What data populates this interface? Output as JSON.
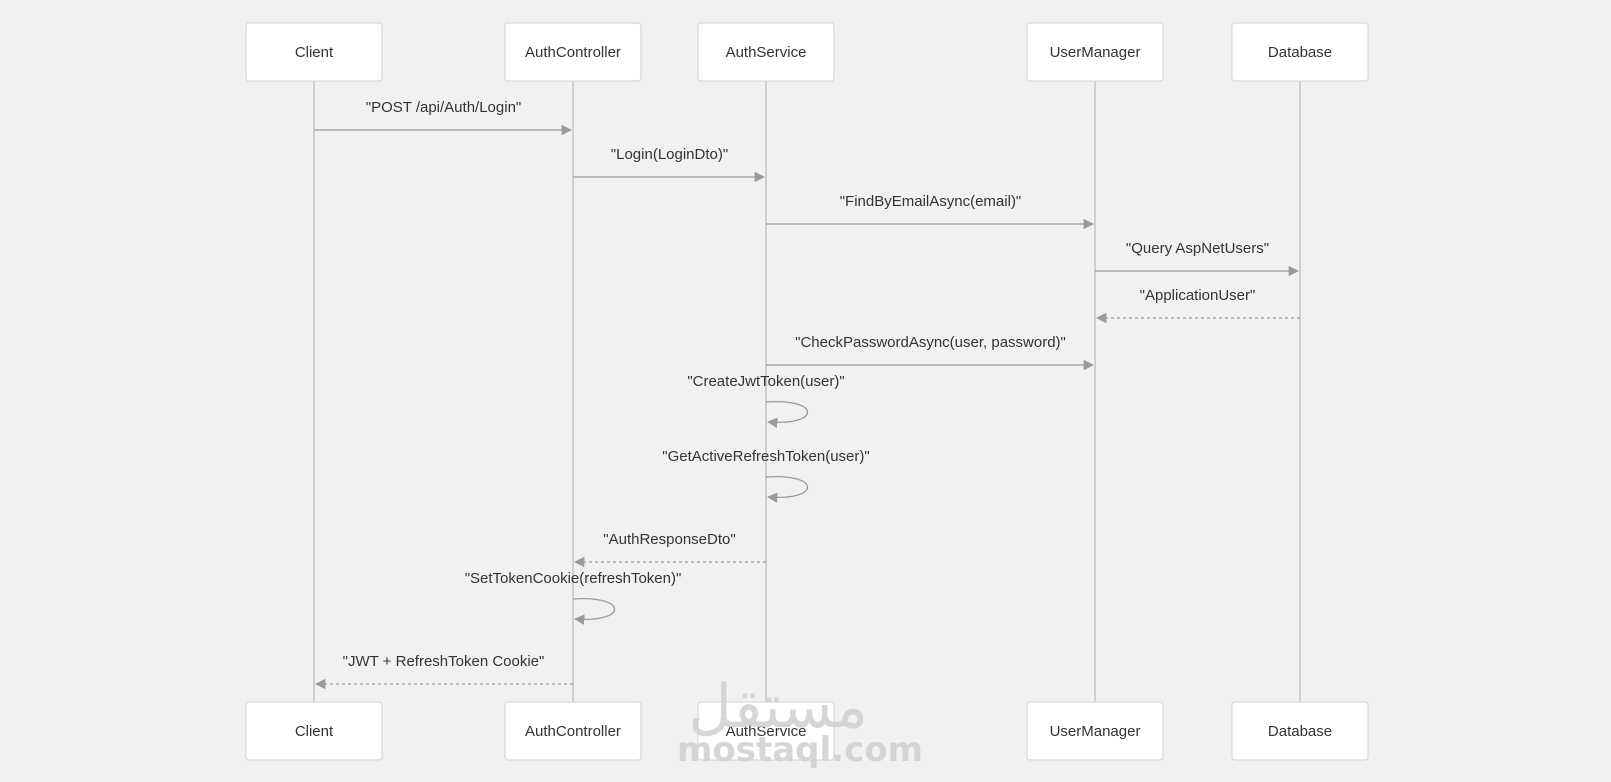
{
  "participants": [
    {
      "id": "client",
      "label": "Client"
    },
    {
      "id": "authcontroller",
      "label": "AuthController"
    },
    {
      "id": "authservice",
      "label": "AuthService"
    },
    {
      "id": "usermanager",
      "label": "UserManager"
    },
    {
      "id": "database",
      "label": "Database"
    }
  ],
  "messages": [
    {
      "from": 0,
      "to": 1,
      "label": "\"POST /api/Auth/Login\"",
      "style": "solid"
    },
    {
      "from": 1,
      "to": 2,
      "label": "\"Login(LoginDto)\"",
      "style": "solid"
    },
    {
      "from": 2,
      "to": 3,
      "label": "\"FindByEmailAsync(email)\"",
      "style": "solid"
    },
    {
      "from": 3,
      "to": 4,
      "label": "\"Query AspNetUsers\"",
      "style": "solid"
    },
    {
      "from": 4,
      "to": 3,
      "label": "\"ApplicationUser\"",
      "style": "dashed"
    },
    {
      "from": 2,
      "to": 3,
      "label": "\"CheckPasswordAsync(user, password)\"",
      "style": "solid"
    },
    {
      "from": 2,
      "to": 2,
      "label": "\"CreateJwtToken(user)\"",
      "style": "self"
    },
    {
      "from": 2,
      "to": 2,
      "label": "\"GetActiveRefreshToken(user)\"",
      "style": "self"
    },
    {
      "from": 2,
      "to": 1,
      "label": "\"AuthResponseDto\"",
      "style": "dashed"
    },
    {
      "from": 1,
      "to": 1,
      "label": "\"SetTokenCookie(refreshToken)\"",
      "style": "self"
    },
    {
      "from": 1,
      "to": 0,
      "label": "\"JWT + RefreshToken Cookie\"",
      "style": "dashed"
    }
  ],
  "colors": {
    "background": "#f2f1f0",
    "box_fill": "#ffffff",
    "box_stroke": "#d3d3d3",
    "lifeline": "#c4c4c4",
    "arrow": "#9a9a9a",
    "text": "#333333",
    "watermark": "#d2d0cd"
  },
  "watermark": {
    "arabic": "مستقل",
    "latin": "mostaql.com"
  }
}
